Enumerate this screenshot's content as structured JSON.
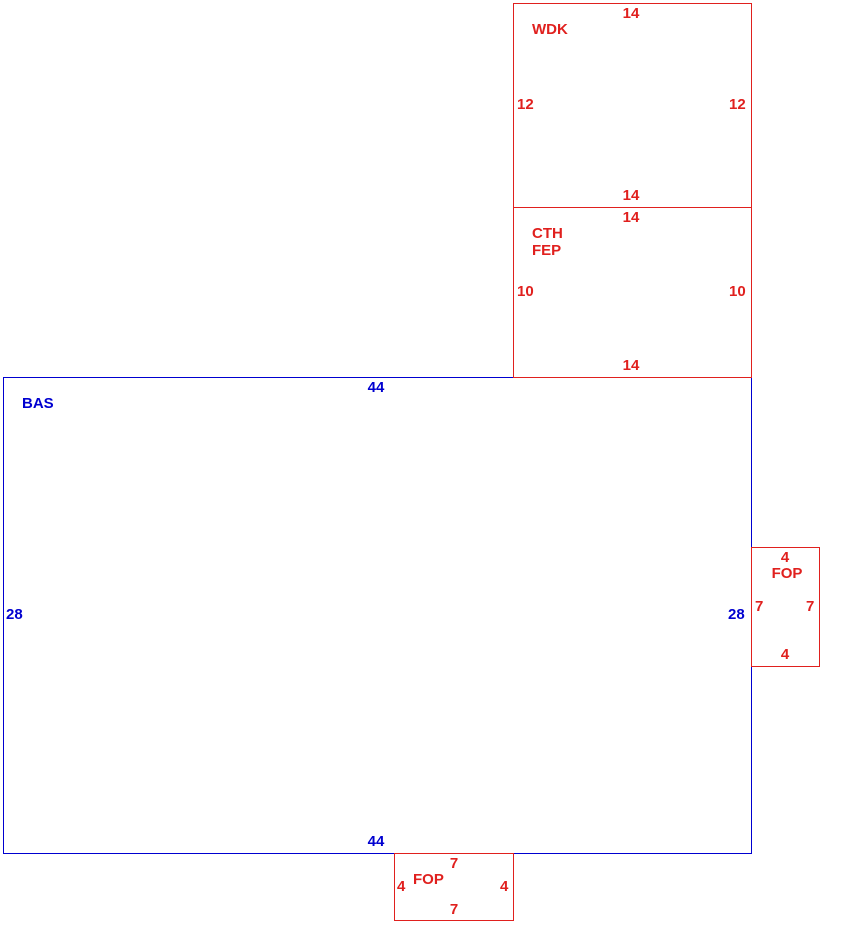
{
  "colors": {
    "main": "#0000d0",
    "addition": "#e0201e"
  },
  "areas": {
    "bas": {
      "code": "BAS",
      "top": "44",
      "bottom": "44",
      "left": "28",
      "right": "28"
    },
    "wdk": {
      "code": "WDK",
      "top": "14",
      "bottom": "14",
      "left": "12",
      "right": "12"
    },
    "cth_fep": {
      "code_1": "CTH",
      "code_2": "FEP",
      "top": "14",
      "bottom": "14",
      "left": "10",
      "right": "10"
    },
    "fop_right": {
      "code": "FOP",
      "top": "4",
      "bottom": "4",
      "left": "7",
      "right": "7"
    },
    "fop_bottom": {
      "code": "FOP",
      "top": "7",
      "bottom": "7",
      "left": "4",
      "right": "4"
    }
  }
}
